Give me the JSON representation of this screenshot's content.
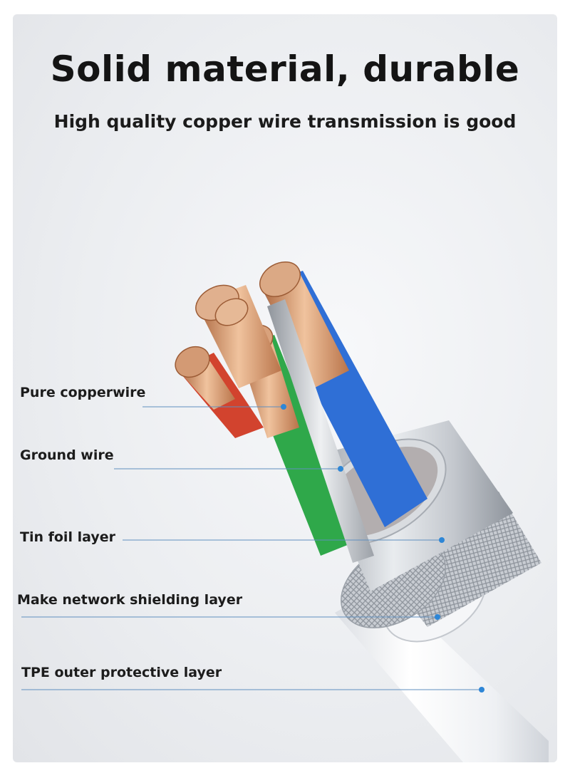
{
  "header": {
    "title": "Solid material, durable",
    "subtitle": "High quality copper wire transmission is good"
  },
  "callouts": {
    "pure_copper": "Pure copperwire",
    "ground_wire": "Ground wire",
    "tin_foil": "Tin foil layer",
    "shielding": "Make network shielding layer",
    "outer_layer": "TPE outer protective layer"
  },
  "colors": {
    "copper": "#c98a5e",
    "red_wire": "#d2432e",
    "green_wire": "#2fa84a",
    "blue_wire": "#2f6fd6",
    "foil": "#c9ccd2",
    "jacket": "#f4f5f7",
    "callout_dot": "#2e86d6"
  }
}
